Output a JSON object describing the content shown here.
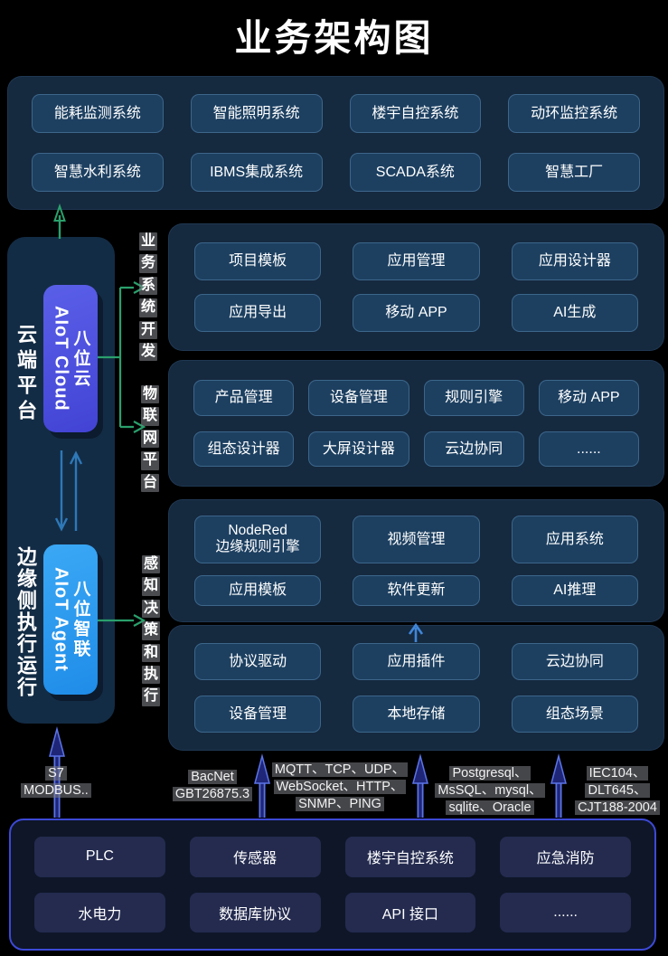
{
  "title": "业务架构图",
  "colors": {
    "background": "#000000",
    "panel": "#15293f",
    "chip": "#1d4061",
    "cloud_box": "#4d55e2",
    "agent_box": "#2f9ef2",
    "bottom_panel_border": "#3c49d6",
    "green_arrow": "#2aa06c",
    "blue_arrow": "#2e78b8",
    "indigo_arrow": "#3a46c8"
  },
  "top_systems": {
    "boxes": [
      "能耗监测系统",
      "智能照明系统",
      "楼宇自控系统",
      "动环监控系统",
      "智慧水利系统",
      "IBMS集成系统",
      "SCADA系统",
      "智慧工厂"
    ]
  },
  "cloud_platform": {
    "label": "云端平台",
    "product_name": "AIoT Cloud",
    "product_brand": "八位云"
  },
  "edge_platform": {
    "label": "边缘侧执行运行",
    "product_name": "AIoT Agent",
    "product_brand": "八位智联"
  },
  "business_dev": {
    "label": "业务系统开发",
    "boxes": [
      "项目模板",
      "应用管理",
      "应用设计器",
      "应用导出",
      "移动 APP",
      "AI生成"
    ]
  },
  "iot_platform": {
    "label": "物联网平台",
    "boxes": [
      "产品管理",
      "设备管理",
      "规则引擎",
      "移动 APP",
      "组态设计器",
      "大屏设计器",
      "云边协同",
      "......"
    ]
  },
  "perception": {
    "label": "感知决策和执行",
    "upper_boxes": [
      "NodeRed\n边缘规则引擎",
      "视频管理",
      "应用系统",
      "应用模板",
      "软件更新",
      "AI推理"
    ],
    "lower_boxes": [
      "协议驱动",
      "应用插件",
      "云边协同",
      "设备管理",
      "本地存储",
      "组态场景"
    ]
  },
  "protocol_labels": [
    "S7\nMODBUS..",
    "BacNet\nGBT26875.3",
    "MQTT、TCP、UDP、\nWebSocket、HTTP、\nSNMP、PING",
    "Postgresql、\nMsSQL、mysql、\nsqlite、Oracle",
    "IEC104、\nDLT645、\nCJT188-2004"
  ],
  "device_layer": {
    "boxes": [
      "PLC",
      "传感器",
      "楼宇自控系统",
      "应急消防",
      "水电力",
      "数据库协议",
      "API 接口",
      "......"
    ]
  }
}
